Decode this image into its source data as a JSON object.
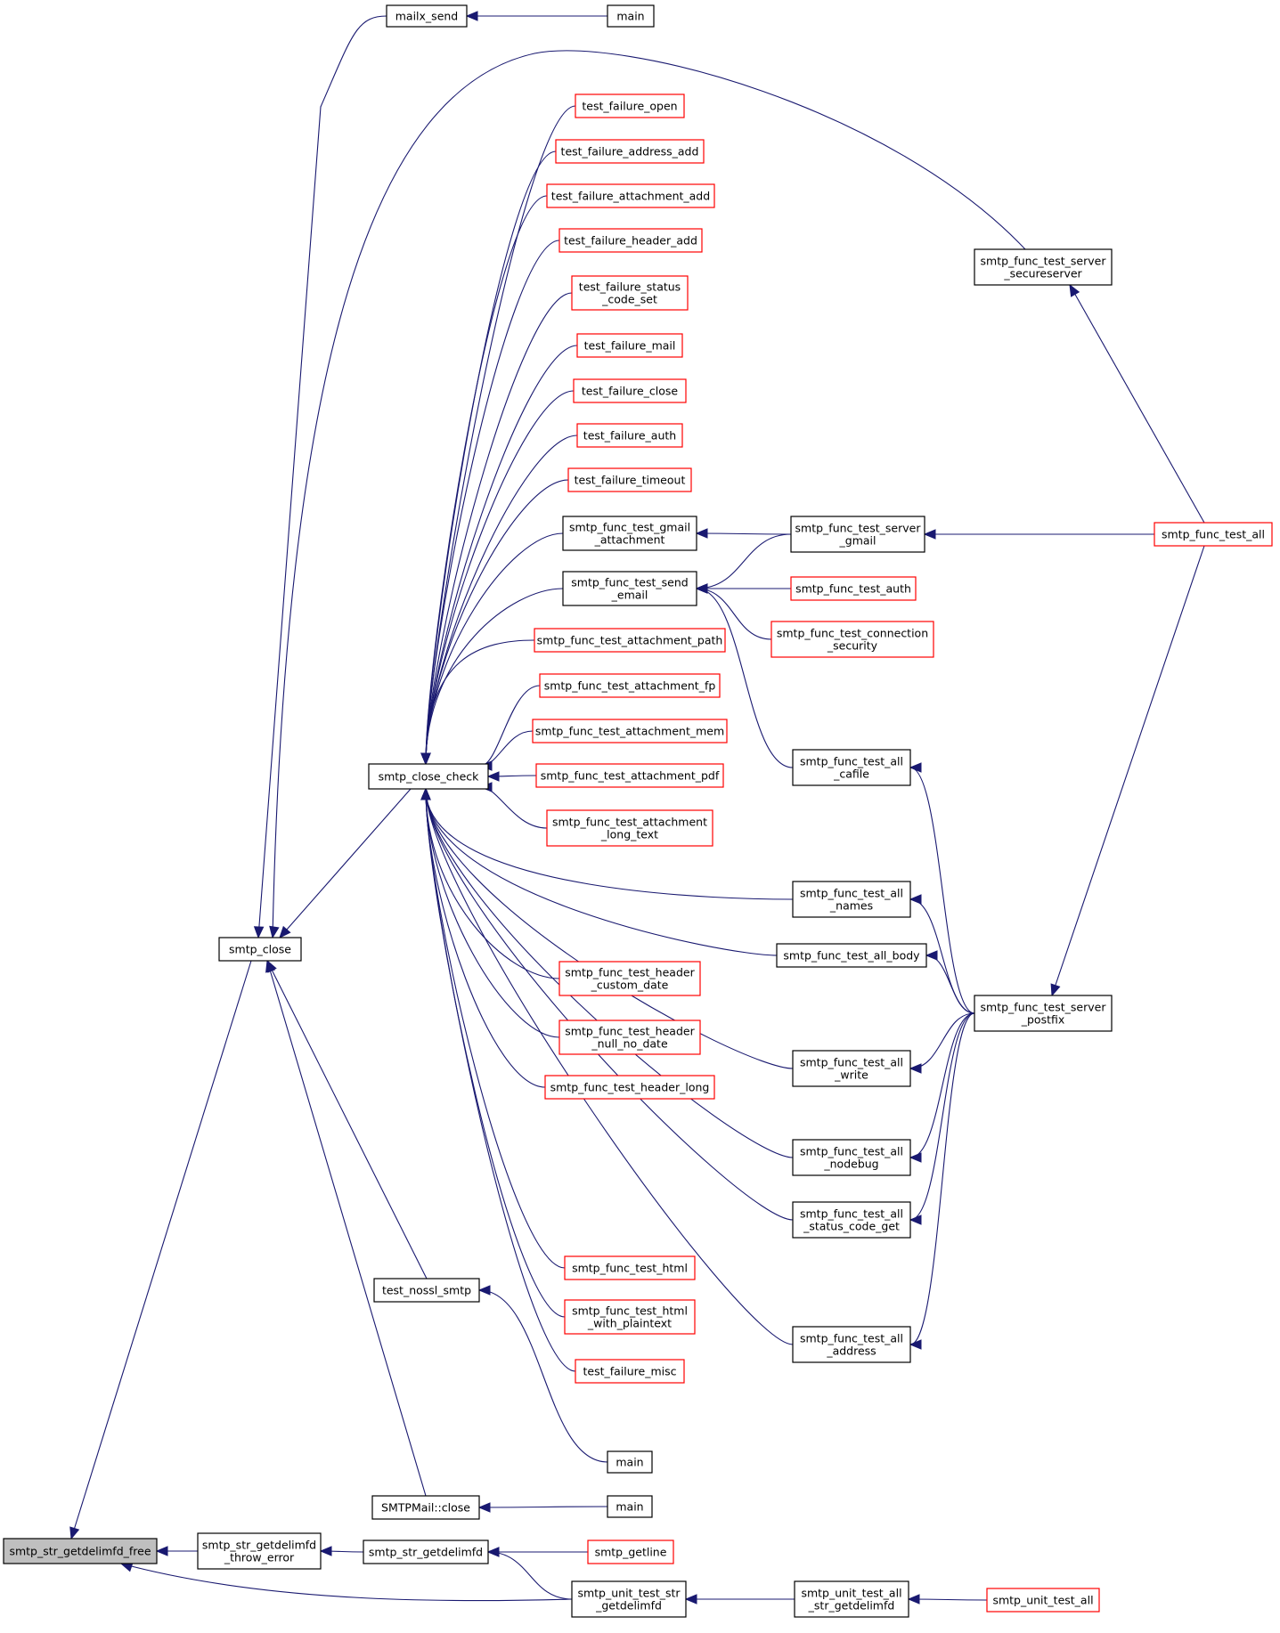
{
  "colors": {
    "edge": "#191970",
    "border_default": "#000000",
    "border_truncated": "#ff0000",
    "fill_default": "#ffffff",
    "fill_focus": "#bfbfbf"
  },
  "nodes": [
    {
      "id": "focus",
      "label": "smtp_str_getdelimfd_free",
      "kind": "focus"
    },
    {
      "id": "mailx_send",
      "label": "mailx_send",
      "kind": "default"
    },
    {
      "id": "main1",
      "label": "main",
      "kind": "default"
    },
    {
      "id": "tf_open",
      "label": "test_failure_open",
      "kind": "truncated"
    },
    {
      "id": "tf_address_add",
      "label": "test_failure_address_add",
      "kind": "truncated"
    },
    {
      "id": "tf_attachment_add",
      "label": "test_failure_attachment_add",
      "kind": "truncated"
    },
    {
      "id": "tf_header_add",
      "label": "test_failure_header_add",
      "kind": "truncated"
    },
    {
      "id": "tf_status",
      "label": "test_failure_status\n_code_set",
      "kind": "truncated"
    },
    {
      "id": "tf_mail",
      "label": "test_failure_mail",
      "kind": "truncated"
    },
    {
      "id": "tf_close",
      "label": "test_failure_close",
      "kind": "truncated"
    },
    {
      "id": "tf_auth",
      "label": "test_failure_auth",
      "kind": "truncated"
    },
    {
      "id": "tf_timeout",
      "label": "test_failure_timeout",
      "kind": "truncated"
    },
    {
      "id": "gmail_att",
      "label": "smtp_func_test_gmail\n_attachment",
      "kind": "default"
    },
    {
      "id": "send_email",
      "label": "smtp_func_test_send\n_email",
      "kind": "default"
    },
    {
      "id": "att_path",
      "label": "smtp_func_test_attachment_path",
      "kind": "truncated"
    },
    {
      "id": "att_fp",
      "label": "smtp_func_test_attachment_fp",
      "kind": "truncated"
    },
    {
      "id": "att_mem",
      "label": "smtp_func_test_attachment_mem",
      "kind": "truncated"
    },
    {
      "id": "close_check",
      "label": "smtp_close_check",
      "kind": "default"
    },
    {
      "id": "att_pdf",
      "label": "smtp_func_test_attachment_pdf",
      "kind": "truncated"
    },
    {
      "id": "att_long",
      "label": "smtp_func_test_attachment\n_long_text",
      "kind": "truncated"
    },
    {
      "id": "smtp_close",
      "label": "smtp_close",
      "kind": "default"
    },
    {
      "id": "hdr_custom",
      "label": "smtp_func_test_header\n_custom_date",
      "kind": "truncated"
    },
    {
      "id": "hdr_null",
      "label": "smtp_func_test_header\n_null_no_date",
      "kind": "truncated"
    },
    {
      "id": "hdr_long",
      "label": "smtp_func_test_header_long",
      "kind": "truncated"
    },
    {
      "id": "html",
      "label": "smtp_func_test_html",
      "kind": "truncated"
    },
    {
      "id": "html_plain",
      "label": "smtp_func_test_html\n_with_plaintext",
      "kind": "truncated"
    },
    {
      "id": "tf_misc",
      "label": "test_failure_misc",
      "kind": "truncated"
    },
    {
      "id": "nossl",
      "label": "test_nossl_smtp",
      "kind": "default"
    },
    {
      "id": "main2",
      "label": "main",
      "kind": "default"
    },
    {
      "id": "smtpmail_close",
      "label": "SMTPMail::close",
      "kind": "default"
    },
    {
      "id": "main3",
      "label": "main",
      "kind": "default"
    },
    {
      "id": "throw_error",
      "label": "smtp_str_getdelimfd\n_throw_error",
      "kind": "default"
    },
    {
      "id": "getdelimfd",
      "label": "smtp_str_getdelimfd",
      "kind": "default"
    },
    {
      "id": "getline",
      "label": "smtp_getline",
      "kind": "truncated"
    },
    {
      "id": "ut_getdelimfd",
      "label": "smtp_unit_test_str\n_getdelimfd",
      "kind": "default"
    },
    {
      "id": "server_secure",
      "label": "smtp_func_test_server\n_secureserver",
      "kind": "default"
    },
    {
      "id": "server_gmail",
      "label": "smtp_func_test_server\n_gmail",
      "kind": "default"
    },
    {
      "id": "test_auth",
      "label": "smtp_func_test_auth",
      "kind": "truncated"
    },
    {
      "id": "conn_sec",
      "label": "smtp_func_test_connection\n_security",
      "kind": "truncated"
    },
    {
      "id": "all_cafile",
      "label": "smtp_func_test_all\n_cafile",
      "kind": "default"
    },
    {
      "id": "all_names",
      "label": "smtp_func_test_all\n_names",
      "kind": "default"
    },
    {
      "id": "all_body",
      "label": "smtp_func_test_all_body",
      "kind": "default"
    },
    {
      "id": "server_postfix",
      "label": "smtp_func_test_server\n_postfix",
      "kind": "default"
    },
    {
      "id": "all_write",
      "label": "smtp_func_test_all\n_write",
      "kind": "default"
    },
    {
      "id": "all_nodebug",
      "label": "smtp_func_test_all\n_nodebug",
      "kind": "default"
    },
    {
      "id": "all_status",
      "label": "smtp_func_test_all\n_status_code_get",
      "kind": "default"
    },
    {
      "id": "all_address",
      "label": "smtp_func_test_all\n_address",
      "kind": "default"
    },
    {
      "id": "ut_all_getdelimfd",
      "label": "smtp_unit_test_all\n_str_getdelimfd",
      "kind": "default"
    },
    {
      "id": "ut_all",
      "label": "smtp_unit_test_all",
      "kind": "truncated"
    },
    {
      "id": "func_all",
      "label": "smtp_func_test_all",
      "kind": "truncated"
    }
  ],
  "edges": [
    {
      "from": "smtp_close",
      "to": "focus"
    },
    {
      "from": "throw_error",
      "to": "focus"
    },
    {
      "from": "ut_getdelimfd",
      "to": "focus"
    },
    {
      "from": "mailx_send",
      "to": "smtp_close"
    },
    {
      "from": "main1",
      "to": "mailx_send"
    },
    {
      "from": "server_secure",
      "to": "smtp_close"
    },
    {
      "from": "close_check",
      "to": "smtp_close"
    },
    {
      "from": "nossl",
      "to": "smtp_close"
    },
    {
      "from": "smtpmail_close",
      "to": "smtp_close"
    },
    {
      "from": "tf_open",
      "to": "close_check"
    },
    {
      "from": "tf_address_add",
      "to": "close_check"
    },
    {
      "from": "tf_attachment_add",
      "to": "close_check"
    },
    {
      "from": "tf_header_add",
      "to": "close_check"
    },
    {
      "from": "tf_status",
      "to": "close_check"
    },
    {
      "from": "tf_mail",
      "to": "close_check"
    },
    {
      "from": "tf_close",
      "to": "close_check"
    },
    {
      "from": "tf_auth",
      "to": "close_check"
    },
    {
      "from": "tf_timeout",
      "to": "close_check"
    },
    {
      "from": "gmail_att",
      "to": "close_check"
    },
    {
      "from": "send_email",
      "to": "close_check"
    },
    {
      "from": "att_path",
      "to": "close_check"
    },
    {
      "from": "att_fp",
      "to": "close_check"
    },
    {
      "from": "att_mem",
      "to": "close_check"
    },
    {
      "from": "att_pdf",
      "to": "close_check"
    },
    {
      "from": "att_long",
      "to": "close_check"
    },
    {
      "from": "all_names",
      "to": "close_check"
    },
    {
      "from": "all_body",
      "to": "close_check"
    },
    {
      "from": "hdr_custom",
      "to": "close_check"
    },
    {
      "from": "hdr_null",
      "to": "close_check"
    },
    {
      "from": "hdr_long",
      "to": "close_check"
    },
    {
      "from": "all_write",
      "to": "close_check"
    },
    {
      "from": "all_nodebug",
      "to": "close_check"
    },
    {
      "from": "all_status",
      "to": "close_check"
    },
    {
      "from": "html",
      "to": "close_check"
    },
    {
      "from": "html_plain",
      "to": "close_check"
    },
    {
      "from": "tf_misc",
      "to": "close_check"
    },
    {
      "from": "all_address",
      "to": "close_check"
    },
    {
      "from": "server_gmail",
      "to": "gmail_att"
    },
    {
      "from": "server_gmail",
      "to": "send_email"
    },
    {
      "from": "test_auth",
      "to": "send_email"
    },
    {
      "from": "conn_sec",
      "to": "send_email"
    },
    {
      "from": "all_cafile",
      "to": "send_email"
    },
    {
      "from": "main2",
      "to": "nossl"
    },
    {
      "from": "main3",
      "to": "smtpmail_close"
    },
    {
      "from": "getdelimfd",
      "to": "throw_error"
    },
    {
      "from": "getline",
      "to": "getdelimfd"
    },
    {
      "from": "ut_getdelimfd",
      "to": "getdelimfd"
    },
    {
      "from": "ut_all_getdelimfd",
      "to": "ut_getdelimfd"
    },
    {
      "from": "ut_all",
      "to": "ut_all_getdelimfd"
    },
    {
      "from": "func_all",
      "to": "server_secure"
    },
    {
      "from": "func_all",
      "to": "server_gmail"
    },
    {
      "from": "func_all",
      "to": "server_postfix"
    },
    {
      "from": "server_postfix",
      "to": "all_cafile"
    },
    {
      "from": "server_postfix",
      "to": "all_names"
    },
    {
      "from": "server_postfix",
      "to": "all_body"
    },
    {
      "from": "server_postfix",
      "to": "all_write"
    },
    {
      "from": "server_postfix",
      "to": "all_nodebug"
    },
    {
      "from": "server_postfix",
      "to": "all_status"
    },
    {
      "from": "server_postfix",
      "to": "all_address"
    }
  ]
}
